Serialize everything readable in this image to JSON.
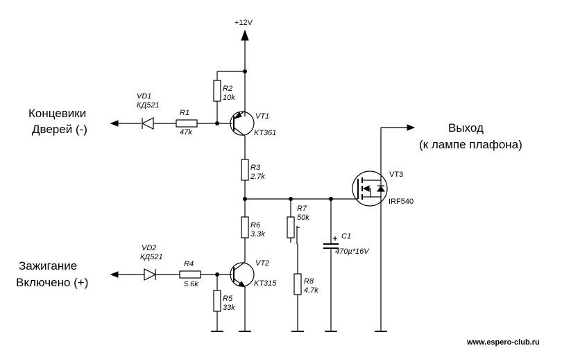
{
  "supply": "+12V",
  "inputs": {
    "doors_line1": "Концевики",
    "doors_line2": "Дверей (-)",
    "ignition_line1": "Зажигание",
    "ignition_line2": "Включено (+)"
  },
  "output": {
    "line1": "Выход",
    "line2": "(к лампе плафона)"
  },
  "components": {
    "vd1_name": "VD1",
    "vd1_type": "КД521",
    "vd2_name": "VD2",
    "vd2_type": "КД521",
    "r1_name": "R1",
    "r1_value": "47k",
    "r2_name": "R2",
    "r2_value": "10k",
    "r3_name": "R3",
    "r3_value": "2.7k",
    "r4_name": "R4",
    "r4_value": "5.6k",
    "r5_name": "R5",
    "r5_value": "33k",
    "r6_name": "R6",
    "r6_value": "3.3k",
    "r7_name": "R7",
    "r7_value": "50k",
    "r8_name": "R8",
    "r8_value": "4.7k",
    "c1_name": "C1",
    "c1_value": "470µ*16V",
    "vt1_name": "VT1",
    "vt1_type": "KT361",
    "vt2_name": "VT2",
    "vt2_type": "KT315",
    "vt3_name": "VT3",
    "vt3_type": "IRF540"
  },
  "watermark": "www.espero-club.ru"
}
